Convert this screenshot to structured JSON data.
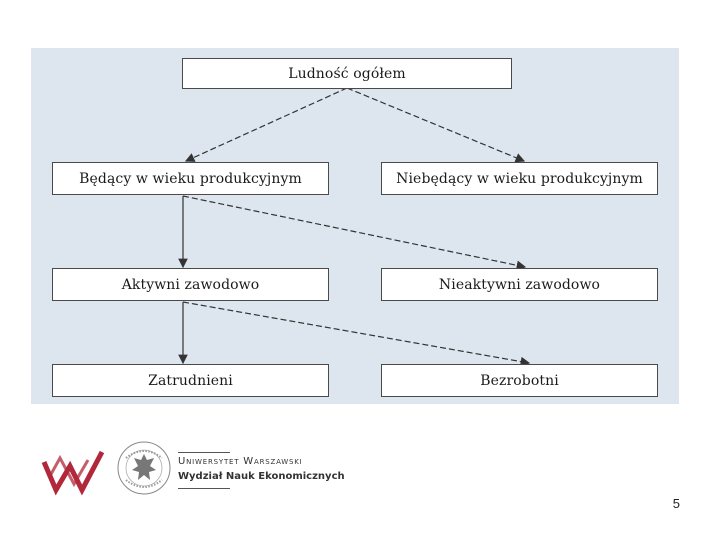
{
  "diagram": {
    "nodes": {
      "root": "Ludność ogółem",
      "working_age": "Będący w wieku produkcyjnym",
      "non_working_age": "Niebędący w wieku produkcyjnym",
      "active": "Aktywni zawodowo",
      "inactive": "Nieaktywni zawodowo",
      "employed": "Zatrudnieni",
      "unemployed": "Bezrobotni"
    },
    "background_color": "#dde6ef"
  },
  "footer": {
    "university_name": "Uniwersytet Warszawski",
    "faculty_name": "Wydział Nauk Ekonomicznych",
    "page_number": "5",
    "brand_color": "#b0283a"
  }
}
